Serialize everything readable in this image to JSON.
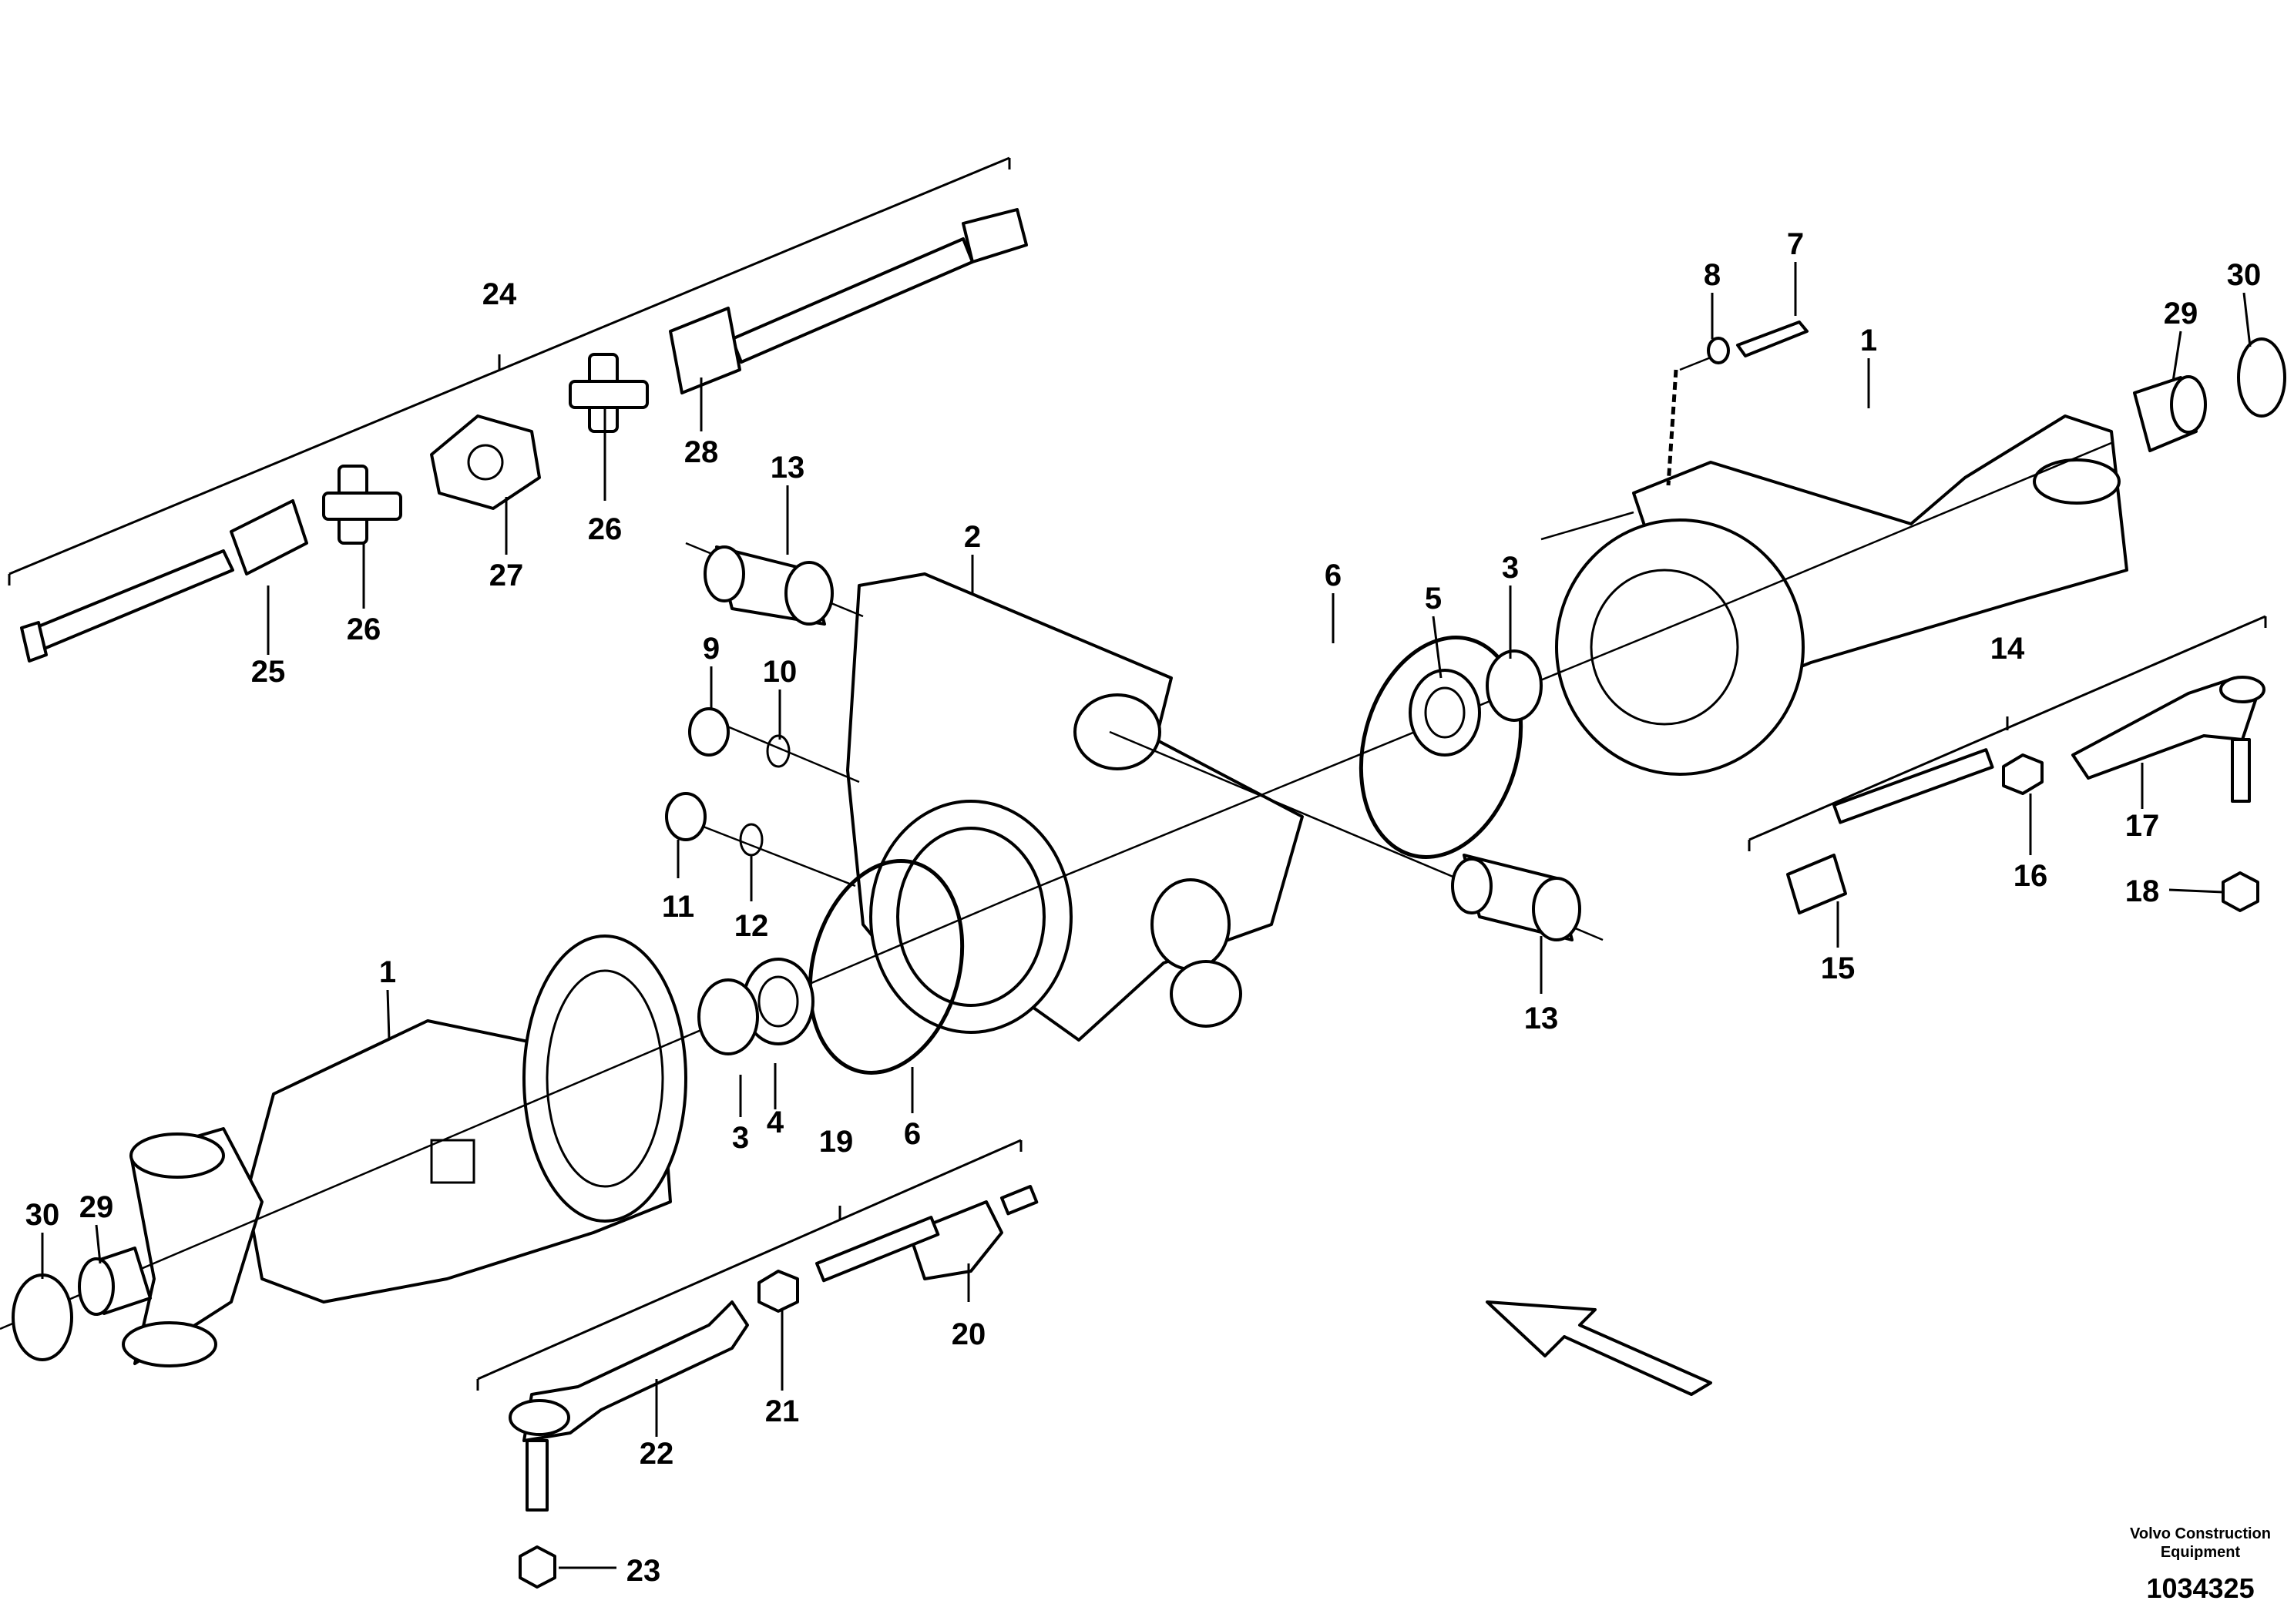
{
  "callouts": {
    "c1a": "1",
    "c1b": "1",
    "c2": "2",
    "c3a": "3",
    "c3b": "3",
    "c4": "4",
    "c5": "5",
    "c6a": "6",
    "c6b": "6",
    "c7": "7",
    "c8": "8",
    "c9": "9",
    "c10": "10",
    "c11": "11",
    "c12": "12",
    "c13a": "13",
    "c13b": "13",
    "c14": "14",
    "c15": "15",
    "c16": "16",
    "c17": "17",
    "c18": "18",
    "c19": "19",
    "c20": "20",
    "c21": "21",
    "c22": "22",
    "c23": "23",
    "c24": "24",
    "c25": "25",
    "c26a": "26",
    "c26b": "26",
    "c27": "27",
    "c28": "28",
    "c29a": "29",
    "c29b": "29",
    "c30a": "30",
    "c30b": "30"
  },
  "footer": {
    "company_line1": "Volvo Construction",
    "company_line2": "Equipment",
    "doc_number": "1034325"
  },
  "colors": {
    "ink": "#000000",
    "paper": "#ffffff"
  }
}
